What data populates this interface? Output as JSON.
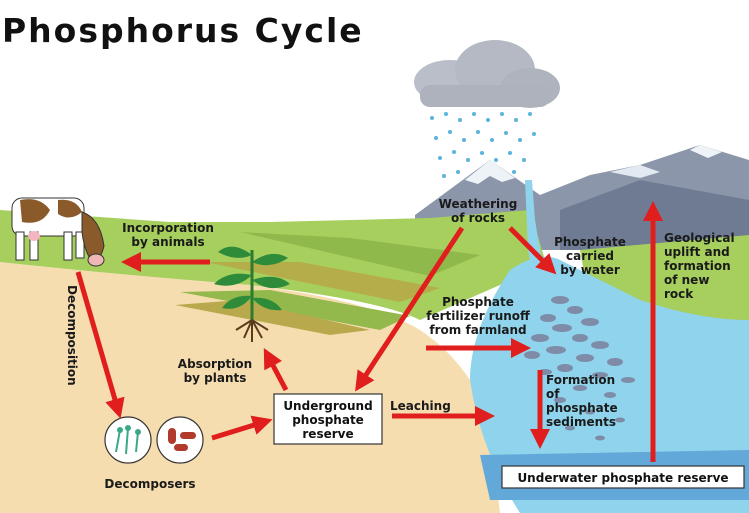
{
  "title": "Phosphorus Cycle",
  "labels": {
    "incorporation": [
      "Incorporation",
      "by animals"
    ],
    "weathering": [
      "Weathering",
      "of rocks"
    ],
    "carried": [
      "Phosphate",
      "carried",
      "by water"
    ],
    "geological": [
      "Geological",
      "uplift and",
      "formation",
      "of new",
      "rock"
    ],
    "fertilizer": [
      "Phosphate",
      "fertilizer runoff",
      "from farmland"
    ],
    "decomposition": "Decomposition",
    "absorption": [
      "Absorption",
      "by plants"
    ],
    "underground": [
      "Underground",
      "phosphate",
      "reserve"
    ],
    "leaching": "Leaching",
    "formation": [
      "Formation",
      "of",
      "phosphate",
      "sediments"
    ],
    "underwater": "Underwater phosphate reserve",
    "decomposers": "Decomposers"
  },
  "colors": {
    "arrow": "#e01e1e",
    "sky_water": "#8fd4ec",
    "deep_water": "#62a8d8",
    "grass": "#a6cf5e",
    "soil": "#f6ddb0",
    "mountain": "#8b96aa",
    "snow": "#eef3f8",
    "cloud": "#b4b9c3",
    "rain": "#5ab4dc"
  }
}
